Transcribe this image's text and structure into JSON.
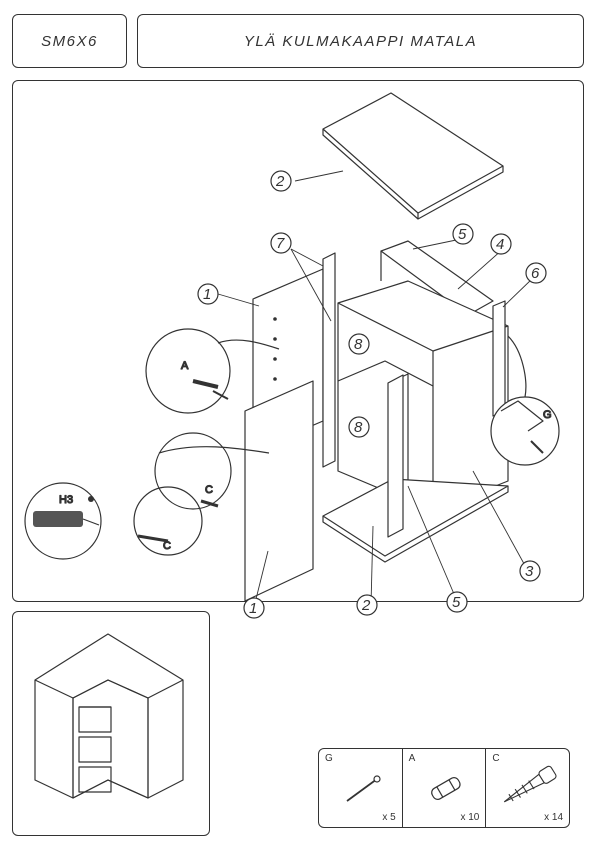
{
  "header": {
    "code": "SM6X6",
    "title": "YLÄ KULMAKAAPPI MATALA"
  },
  "callouts": {
    "p1a": "1",
    "p1b": "1",
    "p2a": "2",
    "p2b": "2",
    "p3": "3",
    "p4": "4",
    "p5a": "5",
    "p5b": "5",
    "p6": "6",
    "p7": "7",
    "p8a": "8",
    "p8b": "8"
  },
  "detail_labels": {
    "a": "A",
    "c": "C",
    "g": "G",
    "h3": "H3"
  },
  "parts": [
    {
      "letter": "G",
      "qty": "x 5",
      "icon": "nail-icon"
    },
    {
      "letter": "A",
      "qty": "x 10",
      "icon": "dowel-icon"
    },
    {
      "letter": "C",
      "qty": "x 14",
      "icon": "screw-icon"
    }
  ]
}
